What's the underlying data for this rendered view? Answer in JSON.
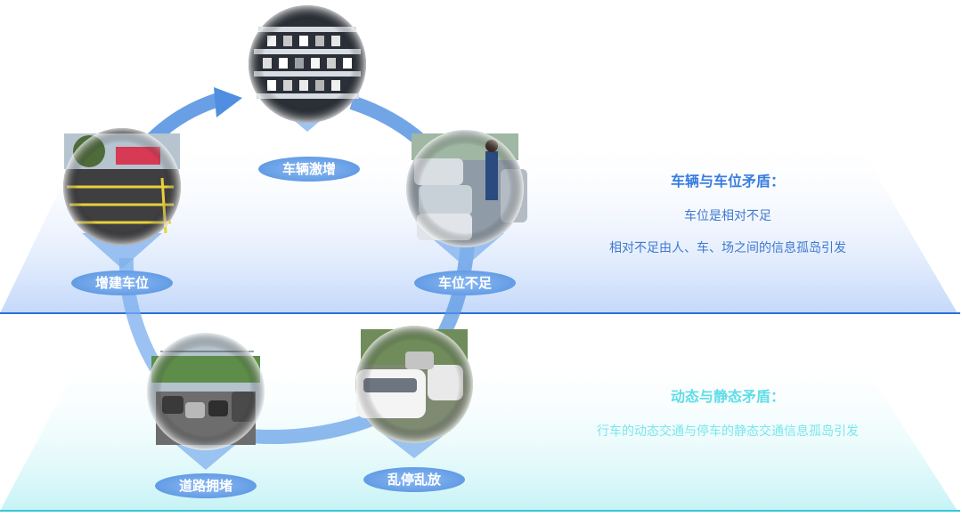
{
  "cycle": {
    "nodes": [
      {
        "label": "车辆激增",
        "photo": "aerial-parking-lot"
      },
      {
        "label": "车位不足",
        "photo": "crowded-parked-cars"
      },
      {
        "label": "乱停乱放",
        "photo": "illegal-parking-street"
      },
      {
        "label": "道路拥堵",
        "photo": "traffic-jam-road"
      },
      {
        "label": "增建车位",
        "photo": "new-parking-lot"
      }
    ]
  },
  "panels": {
    "top": {
      "heading": "车辆与车位矛盾：",
      "lines": [
        "车位是相对不足",
        "相对不足由人、车、场之间的信息孤岛引发"
      ]
    },
    "bottom": {
      "heading": "动态与静态矛盾：",
      "lines": [
        "行车的动态交通与停车的静态交通信息孤岛引发"
      ]
    }
  },
  "colors": {
    "top_plane": "#cfe0fb",
    "top_plane_line": "#2f6fd8",
    "bottom_plane": "#d2f7f8",
    "bottom_plane_line": "#39c6d8",
    "arrow": "#5b98e3",
    "label_pill": "#6fa6ea"
  }
}
